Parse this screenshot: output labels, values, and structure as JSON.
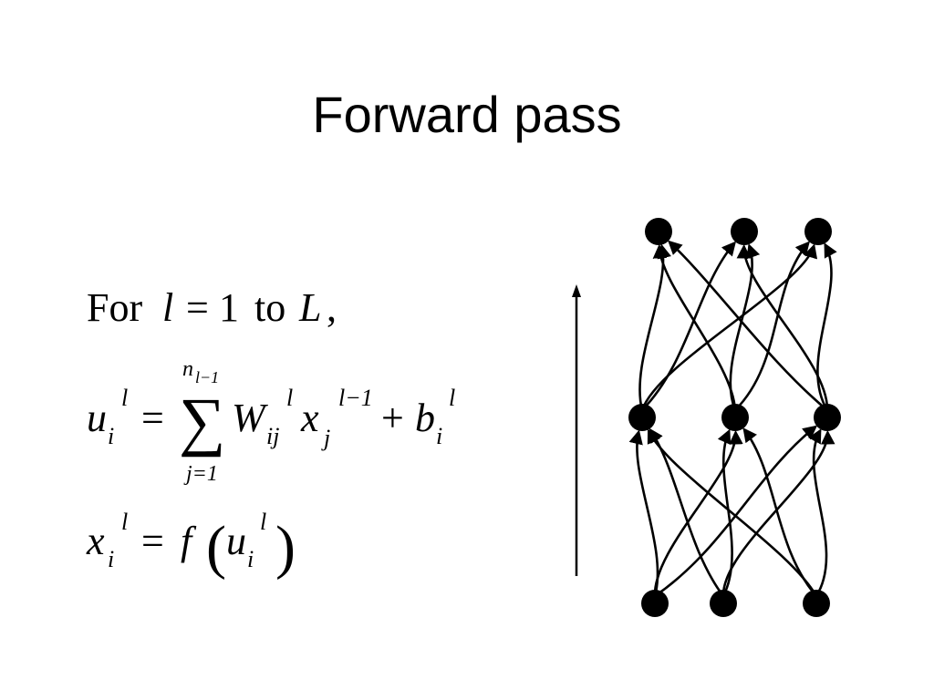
{
  "title": "Forward pass",
  "loop": {
    "for_word": "For",
    "var": "l",
    "eq": "=",
    "start": "1",
    "to_word": "to",
    "end": "L",
    "comma": ","
  },
  "eq1": {
    "u": "u",
    "u_sub": "i",
    "u_sup": "l",
    "equals": "=",
    "sum_symbol": "∑",
    "sum_upper_n": "n",
    "sum_upper_sub": "l−1",
    "sum_lower": "j=1",
    "W": "W",
    "W_sub": "ij",
    "W_sup": "l",
    "x": "x",
    "x_sub": "j",
    "x_sup": "l−1",
    "plus": "+",
    "b": "b",
    "b_sub": "i",
    "b_sup": "l"
  },
  "eq2": {
    "x": "x",
    "x_sub": "i",
    "x_sup": "l",
    "equals": "=",
    "f": "f",
    "lparen": "(",
    "u": "u",
    "u_sub": "i",
    "u_sup": "l",
    "rparen": ")"
  },
  "network": {
    "layers": [
      {
        "nodes": 3
      },
      {
        "nodes": 3
      },
      {
        "nodes": 3
      }
    ],
    "direction": "upward"
  }
}
